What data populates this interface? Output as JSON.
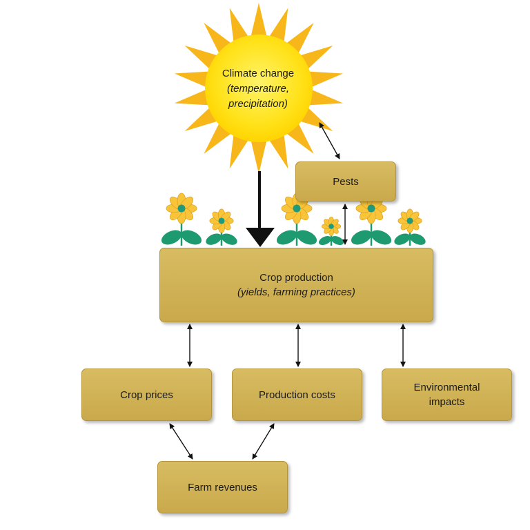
{
  "nodes": {
    "climate": {
      "title": "Climate change",
      "detail_1": "(temperature,",
      "detail_2": "precipitation)"
    },
    "pests": {
      "label": "Pests"
    },
    "crop_production": {
      "title": "Crop production",
      "detail": "(yields, farming practices)"
    },
    "crop_prices": {
      "label": "Crop prices"
    },
    "production_costs": {
      "label": "Production costs"
    },
    "environmental_impacts": {
      "line_1": "Environmental",
      "line_2": "impacts"
    },
    "farm_revenues": {
      "label": "Farm revenues"
    }
  },
  "edges": [
    {
      "from": "climate",
      "to": "crop_production",
      "style": "bold-one-way"
    },
    {
      "from": "climate",
      "to": "pests",
      "style": "two-way"
    },
    {
      "from": "pests",
      "to": "crop_production",
      "style": "two-way"
    },
    {
      "from": "crop_production",
      "to": "crop_prices",
      "style": "two-way"
    },
    {
      "from": "crop_production",
      "to": "production_costs",
      "style": "two-way"
    },
    {
      "from": "crop_production",
      "to": "environmental_impacts",
      "style": "two-way"
    },
    {
      "from": "crop_prices",
      "to": "farm_revenues",
      "style": "two-way"
    },
    {
      "from": "production_costs",
      "to": "farm_revenues",
      "style": "two-way"
    }
  ],
  "colors": {
    "box_fill": "#d2b55a",
    "sun_core": "#ffe21a",
    "sun_rays": "#f7b61a",
    "petals": "#f8c53a",
    "flower_center": "#1f9a7a",
    "leaves": "#1e9a70",
    "arrow": "#111111"
  },
  "icons": [
    "sun-icon",
    "flower-icon"
  ]
}
